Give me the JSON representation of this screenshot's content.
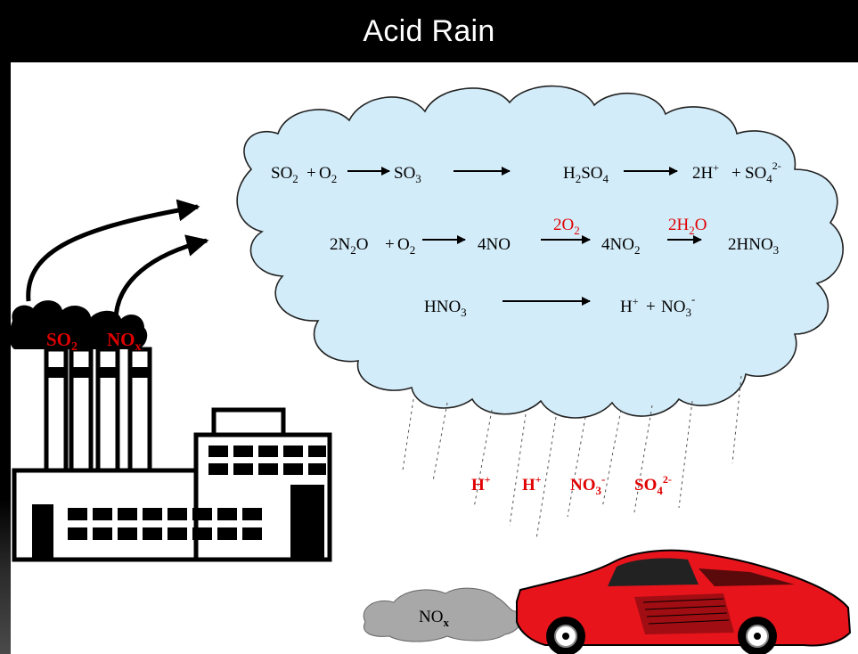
{
  "title": "Acid Rain",
  "equations": {
    "row1": {
      "a_base": "SO",
      "a_sub": "2",
      "plus": "+",
      "b_base": "O",
      "b_sub": "2",
      "c_base": "SO",
      "c_sub": "3",
      "d_h": "H",
      "d_hsub": "2",
      "d_base": "SO",
      "d_sub": "4",
      "e_base": "2H",
      "e_sup": "+",
      "plus2": "+",
      "f_base": "SO",
      "f_sub": "4",
      "f_sup": "2-"
    },
    "row2": {
      "a_base": "2N",
      "a_sub": "2",
      "a_o": "O",
      "plus": "+",
      "b_base": "O",
      "b_sub": "2",
      "c_base": "4NO",
      "cat1_base": "2O",
      "cat1_sub": "2",
      "d_base": "4NO",
      "d_sub": "2",
      "cat2_base": "2H",
      "cat2_sub": "2",
      "cat2_o": "O",
      "e_base": "2HNO",
      "e_sub": "3"
    },
    "row3": {
      "a_base": "HNO",
      "a_sub": "3",
      "b_base": "H",
      "b_sup": "+",
      "plus": "+",
      "c_base": "NO",
      "c_sub": "3",
      "c_sup": "-"
    }
  },
  "smokestack_labels": {
    "so2_base": "SO",
    "so2_sub": "2",
    "nox_base": "NO",
    "nox_sub": "x"
  },
  "rain_ions": {
    "h1_base": "H",
    "h1_sup": "+",
    "h2_base": "H",
    "h2_sup": "+",
    "no3_base": "NO",
    "no3_sub": "3",
    "no3_sup": "-",
    "so4_base": "SO",
    "so4_sub": "4",
    "so4_sup": "2-"
  },
  "exhaust_label": {
    "base": "NO",
    "sub": "x"
  },
  "colors": {
    "cloud_fill": "#d3ecf9",
    "pollutant_red": "#e00000",
    "car_red": "#e8141c",
    "exhaust_gray": "#a8a8a8"
  }
}
